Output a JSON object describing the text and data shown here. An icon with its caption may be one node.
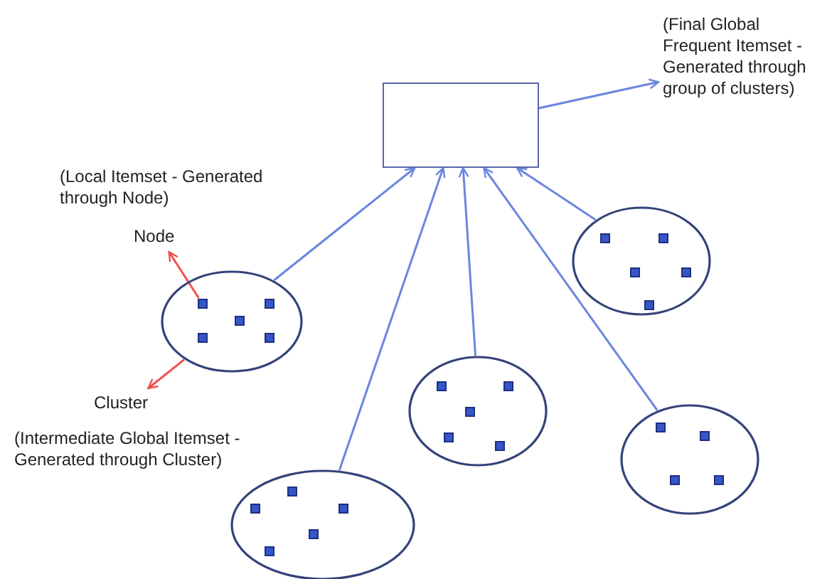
{
  "diagram": {
    "nodes": [
      {
        "text": [],
        "shape": "box"
      },
      {
        "text": [
          "(Final Global Frequent Itemset - Generated through group of clusters)"
        ]
      },
      {
        "text": [
          "Node"
        ]
      },
      {
        "text": [],
        "shape": "ellipse"
      },
      {
        "text": [],
        "shape": "box",
        "in": 3
      },
      {
        "text": [],
        "shape": "box",
        "in": 3
      },
      {
        "text": [],
        "shape": "box",
        "in": 3
      },
      {
        "text": [],
        "shape": "box",
        "in": 3
      },
      {
        "text": [],
        "shape": "box",
        "in": 3
      },
      {
        "text": [
          "Cluster"
        ]
      },
      {
        "text": [],
        "shape": "ellipse"
      },
      {
        "text": [],
        "shape": "box",
        "in": 10
      },
      {
        "text": [],
        "shape": "box",
        "in": 10
      },
      {
        "text": [],
        "shape": "box",
        "in": 10
      },
      {
        "text": [],
        "shape": "box",
        "in": 10
      },
      {
        "text": [],
        "shape": "box",
        "in": 10
      },
      {
        "text": [],
        "shape": "ellipse"
      },
      {
        "text": [],
        "shape": "box",
        "in": 16
      },
      {
        "text": [],
        "shape": "box",
        "in": 16
      },
      {
        "text": [],
        "shape": "box",
        "in": 16
      },
      {
        "text": [],
        "shape": "box",
        "in": 16
      },
      {
        "text": [],
        "shape": "box",
        "in": 16
      },
      {
        "text": [],
        "shape": "ellipse"
      },
      {
        "text": [],
        "shape": "box",
        "in": 22
      },
      {
        "text": [],
        "shape": "box",
        "in": 22
      },
      {
        "text": [],
        "shape": "box",
        "in": 22
      },
      {
        "text": [],
        "shape": "box",
        "in": 22
      },
      {
        "text": [],
        "shape": "ellipse"
      },
      {
        "text": [],
        "shape": "box",
        "in": 27
      },
      {
        "text": [],
        "shape": "box",
        "in": 27
      },
      {
        "text": [],
        "shape": "box",
        "in": 27
      },
      {
        "text": [],
        "shape": "box",
        "in": 27
      },
      {
        "text": [],
        "shape": "box",
        "in": 27
      }
    ],
    "edges": [
      {
        "from": 0,
        "to": 1,
        "arrow": "to"
      },
      {
        "from": 3,
        "to": 0,
        "arrow": "to"
      },
      {
        "from": 27,
        "to": 0,
        "arrow": "to"
      },
      {
        "from": 16,
        "to": 0,
        "arrow": "to"
      },
      {
        "from": 22,
        "to": 0,
        "arrow": "to"
      },
      {
        "from": 10,
        "to": 0,
        "arrow": "to"
      },
      {
        "from": 4,
        "to": 2,
        "arrow": "to",
        "color": "#f05050"
      },
      {
        "from": 3,
        "to": 9,
        "arrow": "to",
        "color": "#f05050"
      }
    ],
    "labels": [
      "(Local Itemset - Generated through Node)",
      "(Intermediate Global Itemset - Generated through Cluster)"
    ]
  }
}
